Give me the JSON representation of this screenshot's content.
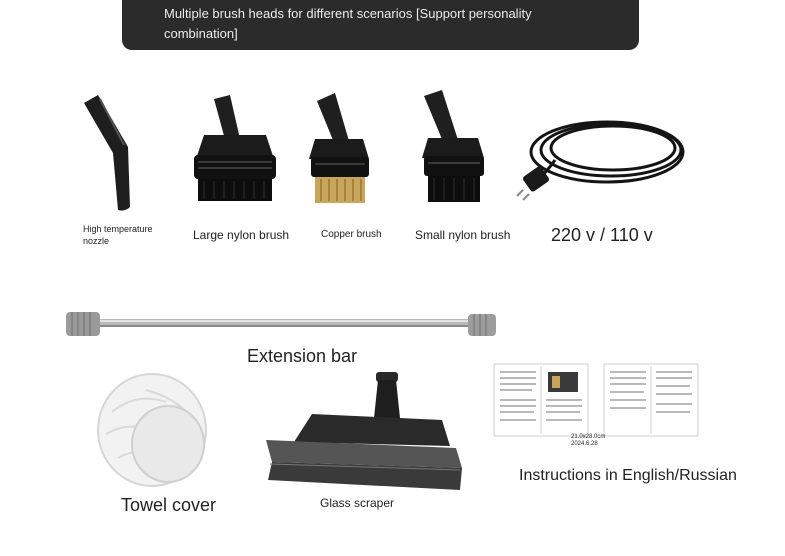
{
  "banner": {
    "text": "Multiple brush heads for different scenarios [Support personality combination]"
  },
  "items": {
    "nozzle": "High temperature nozzle",
    "large_brush": "Large nylon brush",
    "copper_brush": "Copper brush",
    "small_brush": "Small nylon brush",
    "voltage": "220 v / 110 v",
    "extension_bar": "Extension bar",
    "towel_cover": "Towel cover",
    "glass_scraper": "Glass scraper",
    "instructions": "Instructions in English/Russian"
  },
  "manual": {
    "size_line1": "21.0x28.0cm",
    "size_line2": "2024.6.28"
  }
}
